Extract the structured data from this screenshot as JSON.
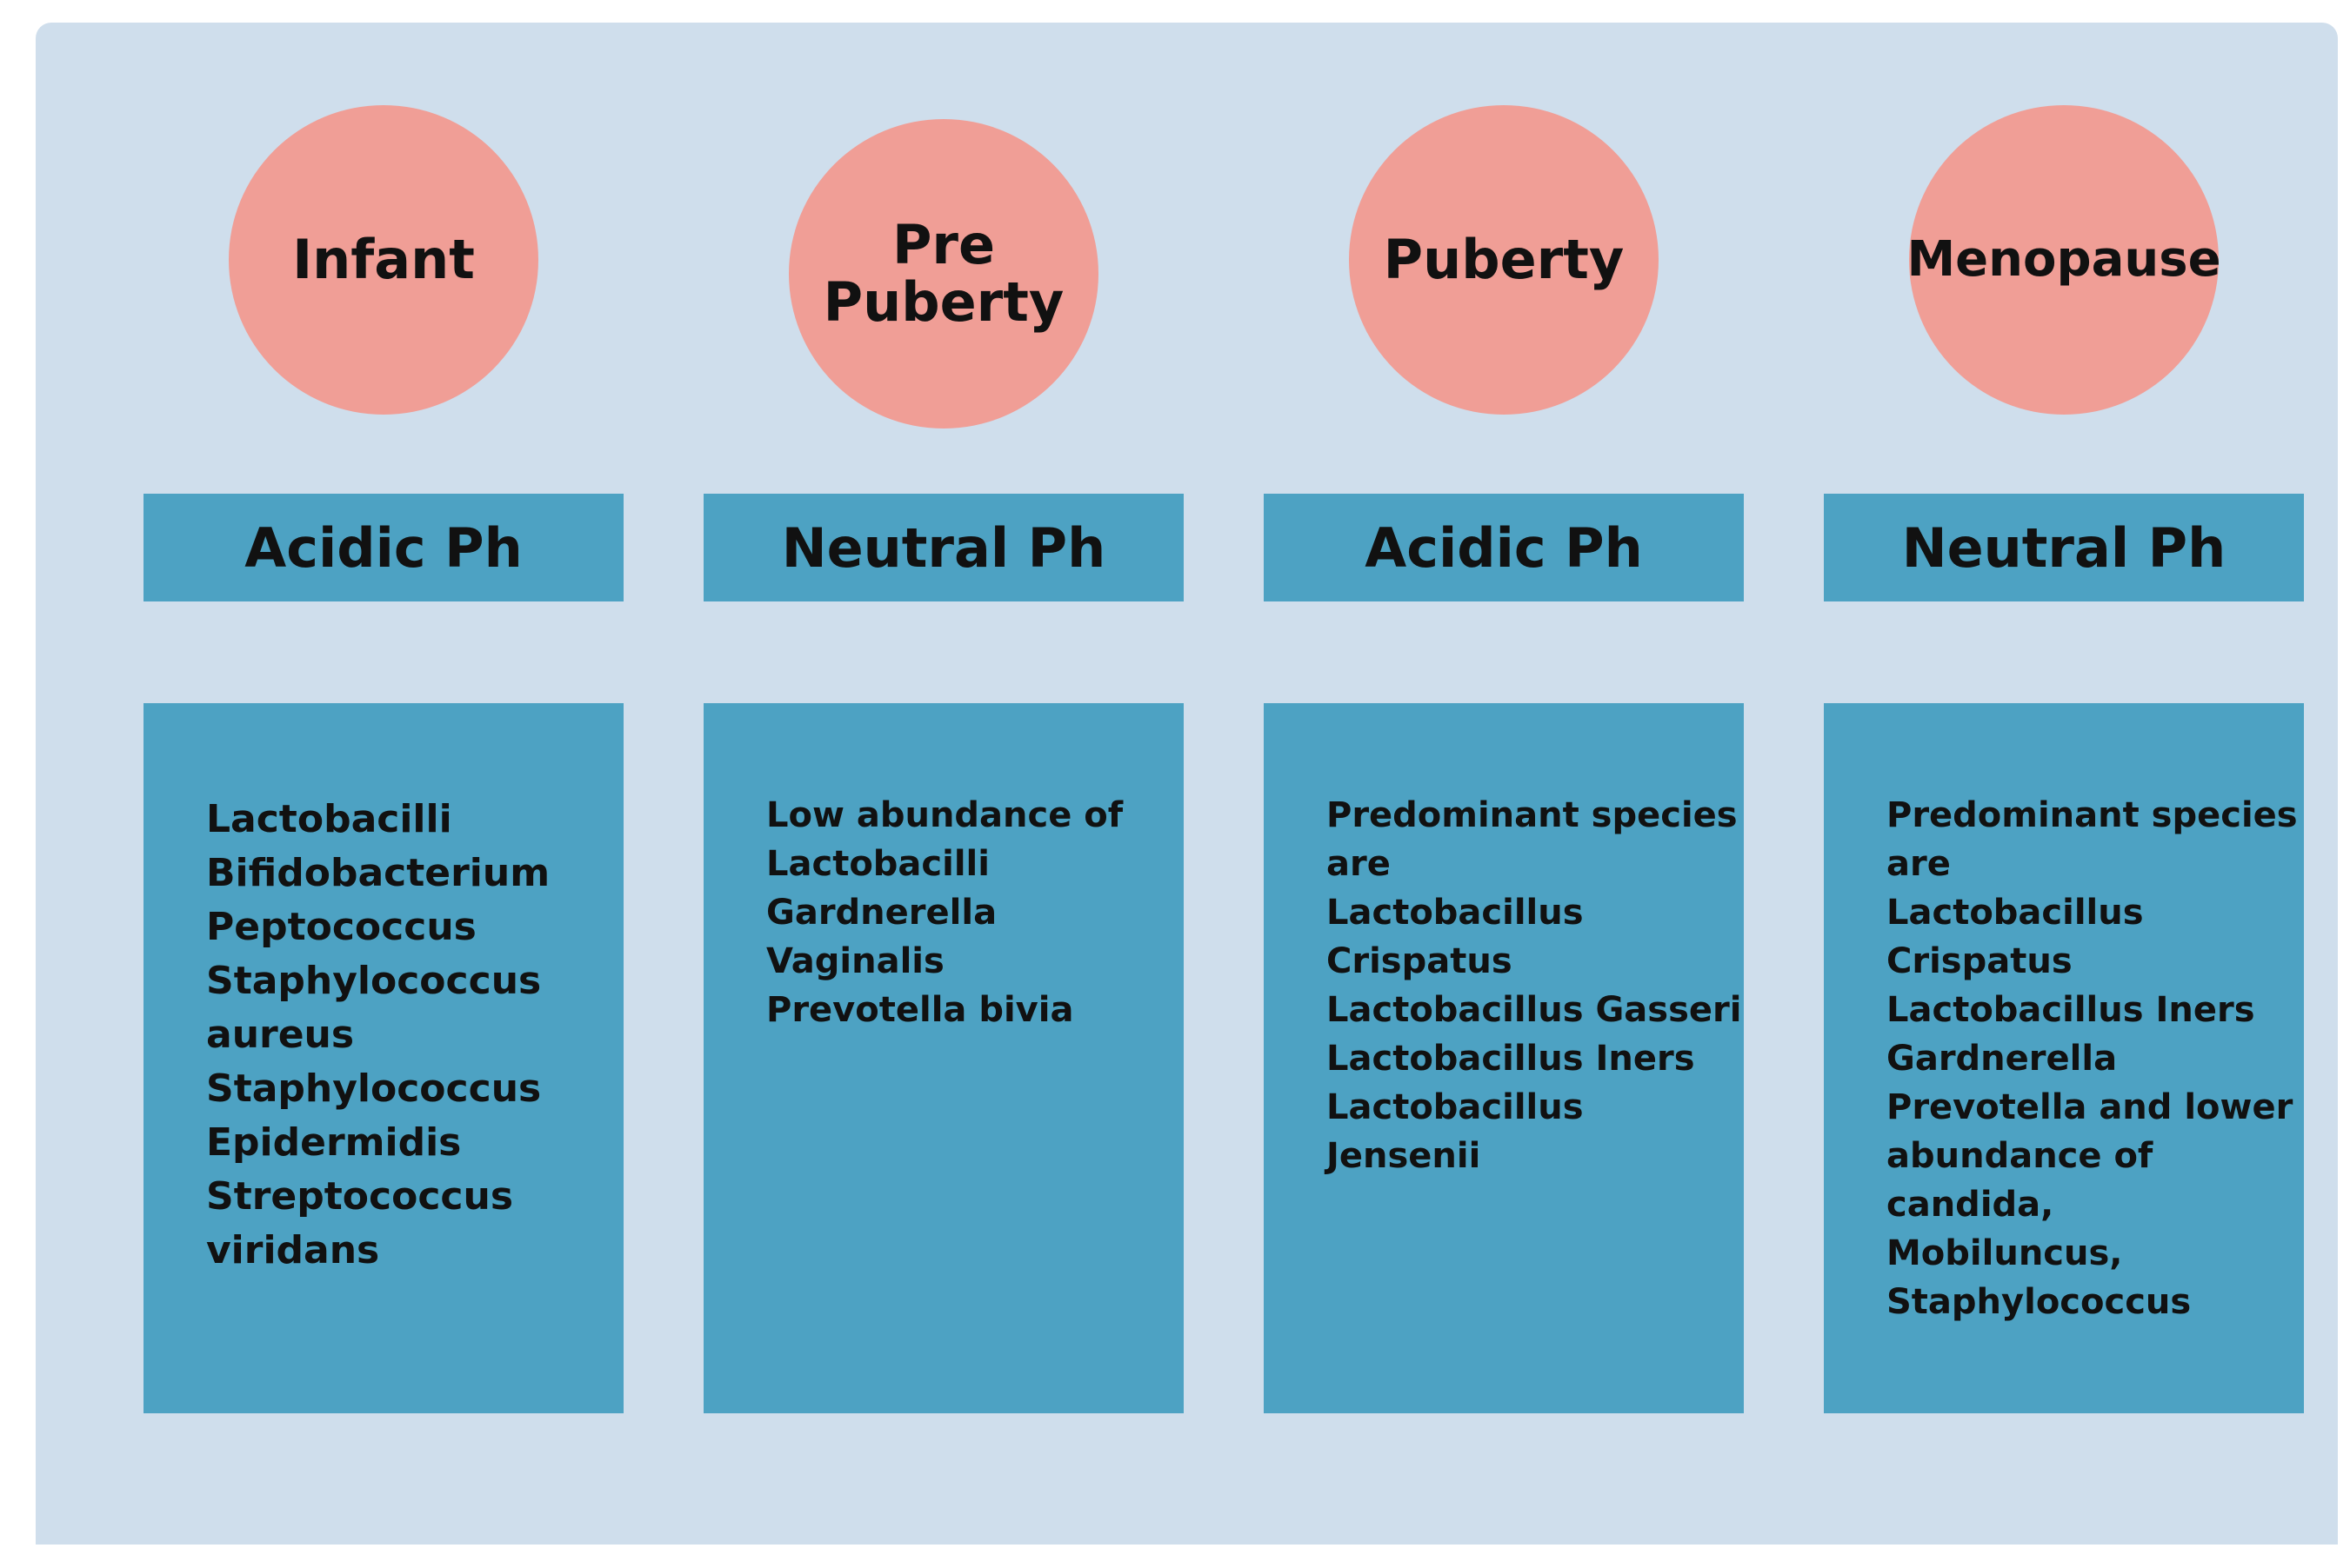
{
  "stages": [
    {
      "name": "Infant",
      "ph": "Acidic Ph",
      "species": "Lactobacilli\nBifidobacterium\nPeptococcus\nStaphylococcus\naureus\nStaphylococcus\nEpidermidis\nStreptococcus\nviridans"
    },
    {
      "name": "Pre\nPuberty",
      "ph": "Neutral Ph",
      "species": "Low abundance of\nLactobacilli\nGardnerella\nVaginalis\nPrevotella bivia"
    },
    {
      "name": "Puberty",
      "ph": "Acidic Ph",
      "species": "Predominant species\nare\nLactobacillus Crispatus\nLactobacillus Gasseri\nLactobacillus Iners\nLactobacillus Jensenii"
    },
    {
      "name": "Menopause",
      "ph": "Neutral Ph",
      "species": "Predominant species\nare\nLactobacillus Crispatus\nLactobacillus Iners\nGardnerella\nPrevotella and lower\nabundance of candida,\nMobiluncus,\nStaphylococcus"
    }
  ],
  "colors": {
    "background": "#cfdeec",
    "circle": "#f09e96",
    "box": "#4da2c3",
    "text": "#111111"
  }
}
